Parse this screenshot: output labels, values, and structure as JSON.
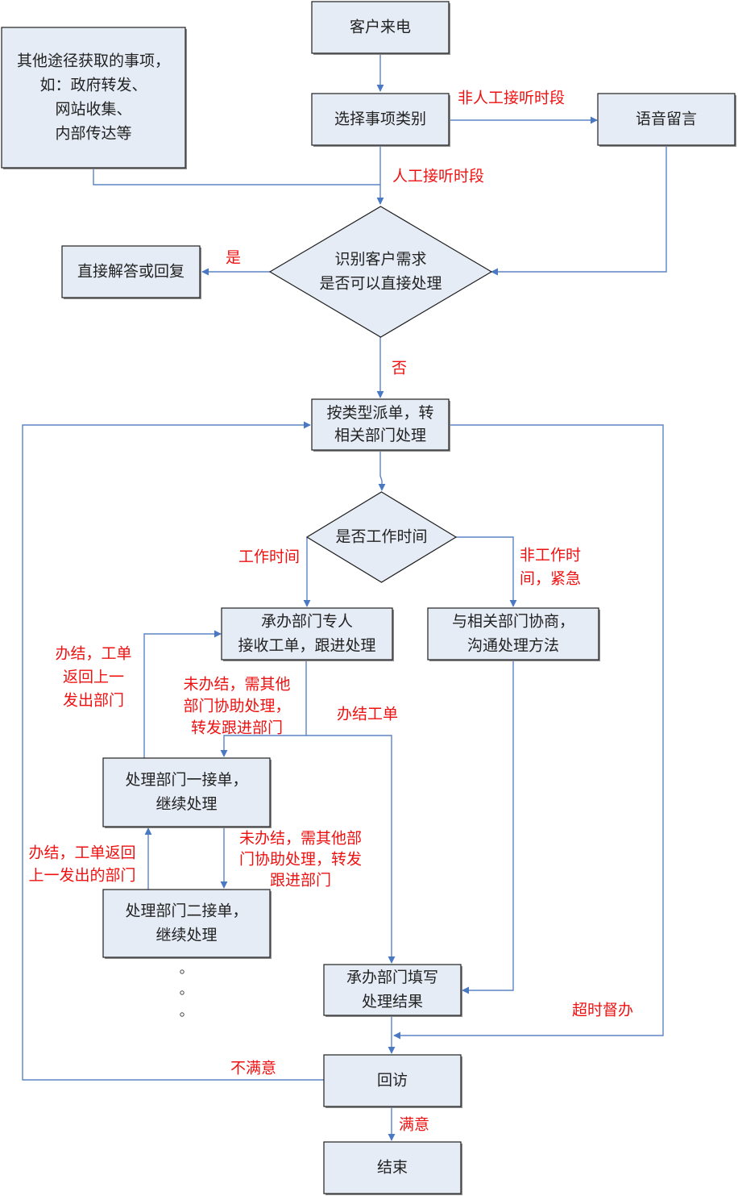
{
  "diagram": {
    "type": "flowchart",
    "colors": {
      "node_fill": "#e5ecf6",
      "node_border": "#1f1f1f",
      "edge": "#5b83c4",
      "edge_label": "#ee1111",
      "node_text": "#222222"
    },
    "nodes": {
      "incoming_call": [
        "客户来电"
      ],
      "other_channels": [
        "其他途径获取的事项，",
        "如：政府转发、",
        "网站收集、",
        "内部传达等"
      ],
      "select_category": [
        "选择事项类别"
      ],
      "voicemail": [
        "语音留言"
      ],
      "identify_need": [
        "识别客户需求",
        "是否可以直接处理"
      ],
      "direct_answer": [
        "直接解答或回复"
      ],
      "dispatch": [
        "按类型派单，转",
        "相关部门处理"
      ],
      "is_work_time": [
        "是否工作时间"
      ],
      "owner_dept": [
        "承办部门专人",
        "接收工单，跟进处理"
      ],
      "coordinate": [
        "与相关部门协商，",
        "沟通处理方法"
      ],
      "dept_one": [
        "处理部门一接单，",
        "继续处理"
      ],
      "dept_two": [
        "处理部门二接单，",
        "继续处理"
      ],
      "fill_result": [
        "承办部门填写",
        "处理结果"
      ],
      "follow_up": [
        "回访"
      ],
      "end": [
        "结束"
      ]
    },
    "edge_labels": {
      "non_manual_hours": [
        "非人工接听时段"
      ],
      "manual_hours": [
        "人工接听时段"
      ],
      "yes": [
        "是"
      ],
      "no": [
        "否"
      ],
      "work_time": [
        "工作时间"
      ],
      "non_work_urgent": [
        "非工作时",
        "间，紧急"
      ],
      "done_return_1": [
        "办结，工单",
        "返回上一",
        "发出部门"
      ],
      "not_done_forward_1": [
        "未办结，需其他",
        "部门协助处理，",
        "转发跟进部门"
      ],
      "done_ticket": [
        "办结工单"
      ],
      "done_return_2": [
        "办结，工单返回",
        "上一发出的部门"
      ],
      "not_done_forward_2": [
        "未办结，需其他部",
        "门协助处理，转发",
        "跟进部门"
      ],
      "overdue_supervise": [
        "超时督办"
      ],
      "unsatisfied": [
        "不满意"
      ],
      "satisfied": [
        "满意"
      ]
    },
    "continuation_marks": [
      "。",
      "。",
      "。"
    ]
  }
}
